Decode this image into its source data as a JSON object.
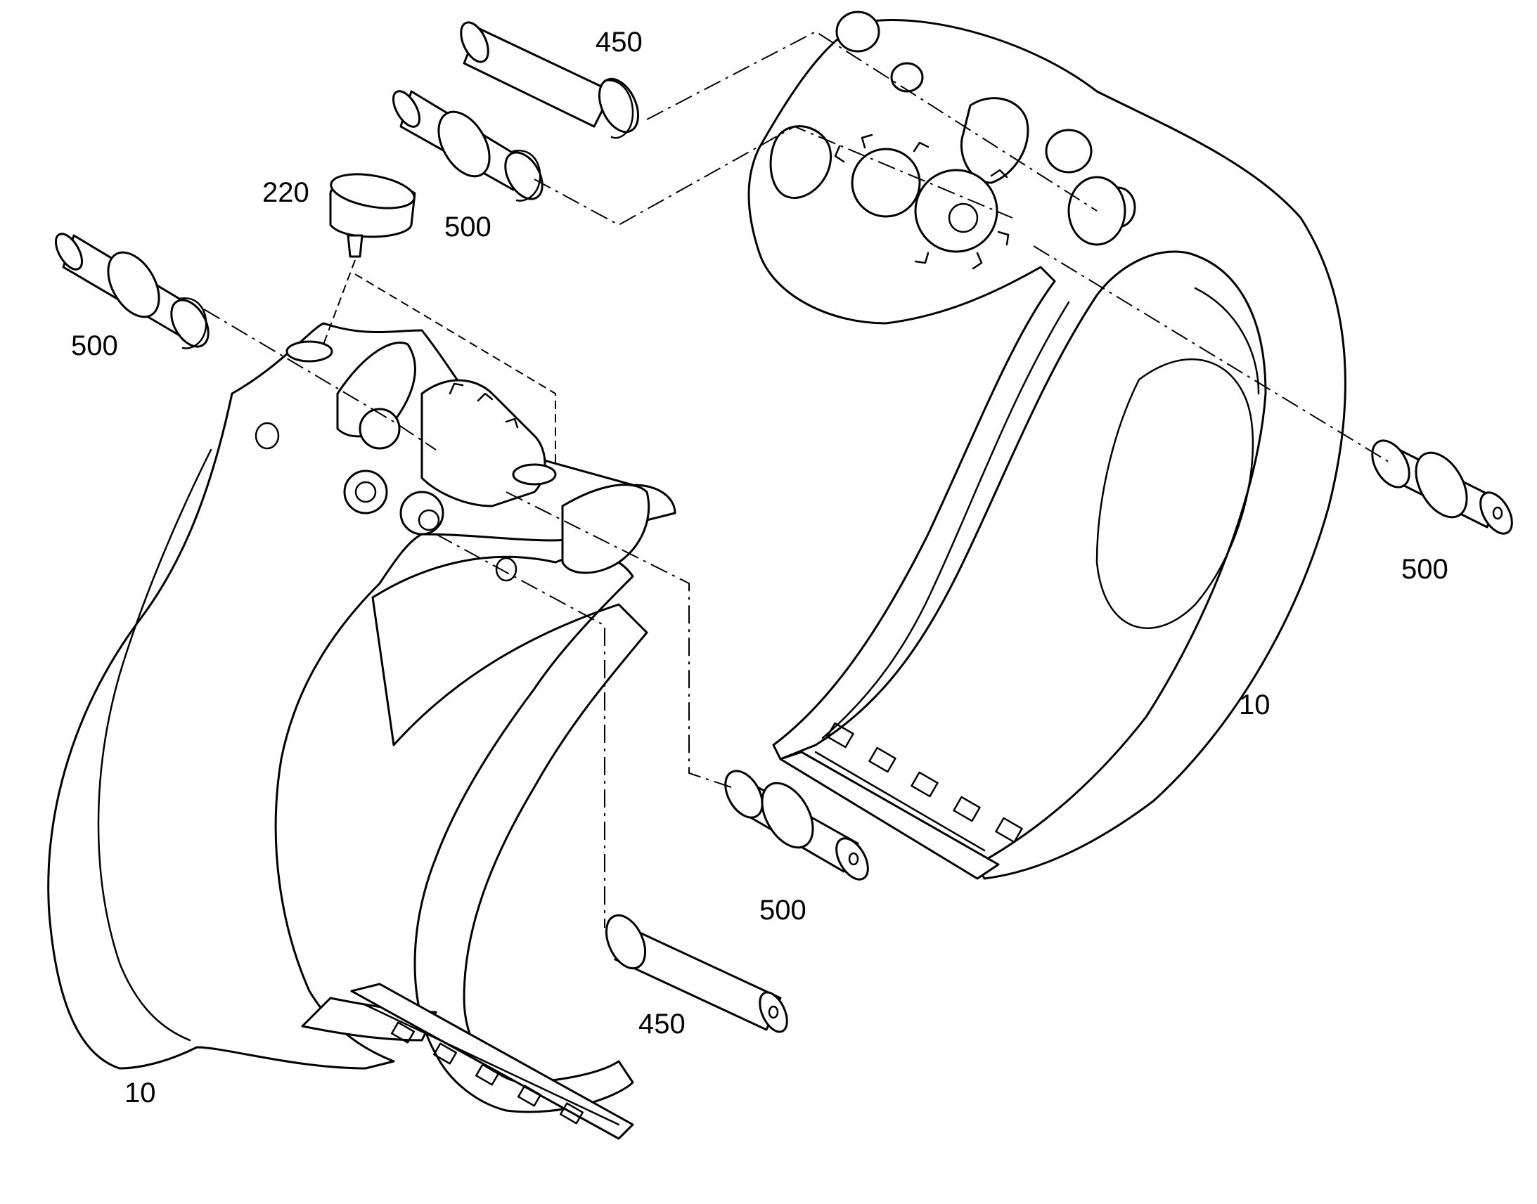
{
  "diagram": {
    "type": "exploded-parts-drawing",
    "line_color": "#000000",
    "background": "#ffffff",
    "callouts": {
      "pin_top": "450",
      "pin_bottom": "450",
      "pin_flange_top": "500",
      "pin_flange_left": "500",
      "pin_flange_right": "500",
      "pin_flange_mid": "500",
      "plug": "220",
      "frame_left": "10",
      "frame_right": "10"
    }
  }
}
